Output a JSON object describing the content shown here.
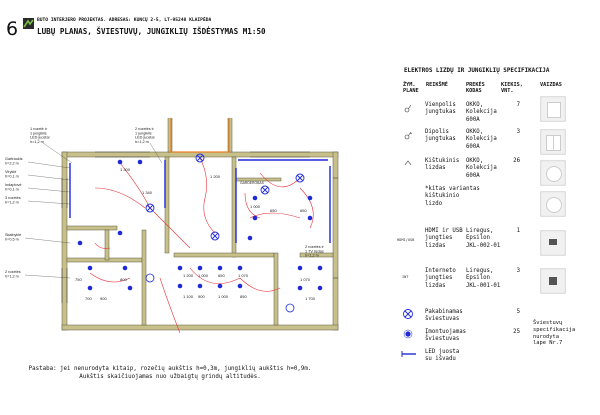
{
  "header": {
    "sheet_number": "6",
    "subtitle": "BUTO INTERJERO PROJEKTAS. ADRESAS: KUNCŲ 2-5, LT-95248 KLAIPĖDA",
    "title": "LUBŲ PLANAS, ŠVIESTUVŲ, JUNGIKLIŲ IŠDĖSTYMAS M1:50"
  },
  "plan_labels": {
    "l1": "1 rozetė ir\n1 jungiklis\nLED juostai\nh=1,2 m",
    "l2": "2 rozetės ir\n1 jungiklis\nLED juostai\nh=1,2 m",
    "l3": "Gartraukis\nh=2,2 m",
    "l4": "Viryklė\nh=0,1 m",
    "l5": "Indaplovė\nh=0,1 m",
    "l6": "3 rozetės\nh=1,2 m",
    "l7": "Skalbyklė\nh=0,5 m",
    "l8": "2 rozetės\nh=1,2 m",
    "l9": "2 rozetės ir\n1 TV lizdas\nh=1,2 m",
    "d1": "1 300",
    "d2": "1 340",
    "d3": "1 200",
    "d4": "750",
    "d5": "800",
    "d6": "700",
    "d7": "900",
    "d8": "1 200",
    "d9": "1 000",
    "d10": "650",
    "d11": "1 070",
    "d12": "1 100",
    "d13": "900",
    "d14": "1 000",
    "d15": "1 000",
    "d16": "650",
    "d17": "650",
    "d18": "1 070",
    "d19": "1 700",
    "d20": "850"
  },
  "note": {
    "line1": "Pastaba: jei nenurodyta kitaip, rozečių aukštis h=0,3m, jungiklių aukštis h=0,9m.",
    "line2": "Aukštis skaičiuojamas nuo užbaigtų grindų altitudės."
  },
  "spec": {
    "title": "ELEKTROS LIZDŲ IR JUNGIKLIŲ SPECIFIKACIJA",
    "columns": {
      "plan": "ŽYM.\nPLANE",
      "meaning": "REIKŠMĖ",
      "code": "PREKĖS\nKODAS",
      "qty": "KIEKIS,\nVNT.",
      "look": "VAIZDAS"
    },
    "rows": [
      {
        "meaning": "Vienpolis\njungtukas",
        "code": "OKKO,\nKolekcija\n600A",
        "qty": "7"
      },
      {
        "meaning": "Dipolis\njungtukas",
        "code": "OKKO,\nKolekcija\n600A",
        "qty": "3"
      },
      {
        "meaning": "Kištukinis\nlizdas",
        "code": "OKKO,\nKolekcija\n600A",
        "qty": "26"
      },
      {
        "meaning": "*kitas variantas\nkištukinio\nlizdo",
        "code": "",
        "qty": ""
      },
      {
        "meaning": "HDMI ir USB\njungties\nlizdas",
        "code": "Liregus,\nEpsilon\nJKL-002-01",
        "qty": "1"
      },
      {
        "meaning": "Interneto\njungties\nlizdas",
        "code": "Liregus,\nEpsilon\nJKL-001-01",
        "qty": "3"
      },
      {
        "meaning": "Pakabinamas\nšviestuvas",
        "code": "",
        "qty": "5"
      },
      {
        "meaning": "Įmontuojamas\nšviestuvas",
        "code": "",
        "qty": "25"
      },
      {
        "meaning": "LED juosta\nsu išvadu",
        "code": "",
        "qty": ""
      }
    ],
    "sym_hdmi": "HDMI/USB",
    "sym_int": "INT",
    "side_note": "Šviestuvų\nspecifikacija\nnurodyta\nlape Nr.7"
  },
  "colors": {
    "wall": "#c8c08a",
    "wall_stroke": "#5a5a40",
    "blue": "#1f2ad6",
    "red": "#e8323a",
    "orange": "#e87a1c",
    "photo_bg": "#f1f1f1"
  }
}
